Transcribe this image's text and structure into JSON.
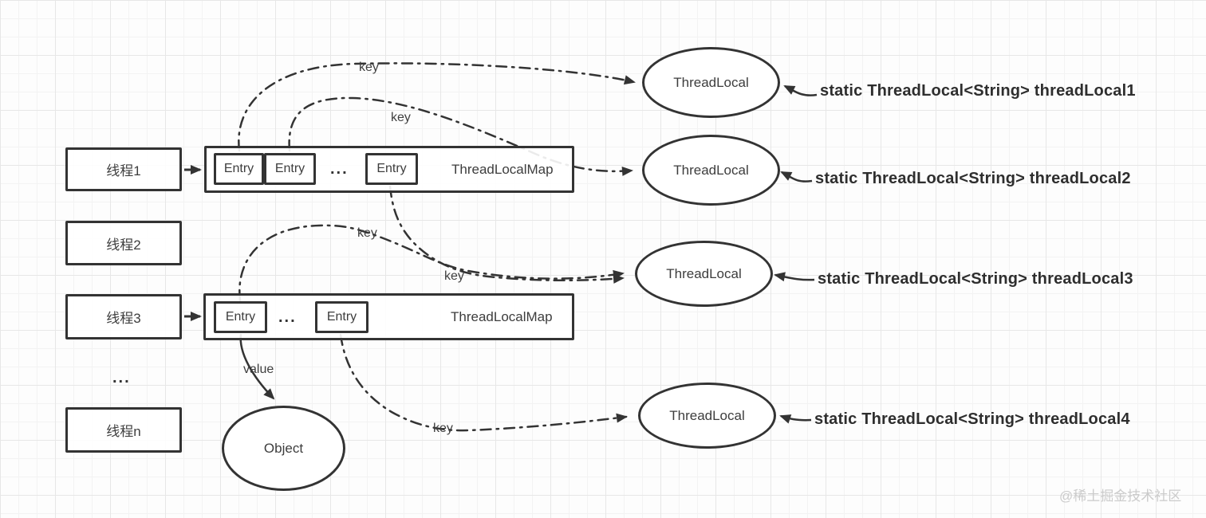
{
  "threads": {
    "items": [
      {
        "label": "线程1"
      },
      {
        "label": "线程2"
      },
      {
        "label": "线程3"
      },
      {
        "label": "线程n"
      }
    ],
    "ellipsis": "..."
  },
  "maps": {
    "title": "ThreadLocalMap",
    "entry_label": "Entry",
    "ellipsis": "..."
  },
  "threadlocal": {
    "ellipse_label": "ThreadLocal",
    "statics": [
      "static ThreadLocal<String> threadLocal1",
      "static ThreadLocal<String> threadLocal2",
      "static ThreadLocal<String> threadLocal3",
      "static ThreadLocal<String> threadLocal4"
    ]
  },
  "object": {
    "label": "Object"
  },
  "edges": {
    "key_label": "key",
    "value_label": "value"
  },
  "watermark": "@稀土掘金技术社区",
  "colors": {
    "line": "#333333",
    "text": "#3d3d3d",
    "watermark": "#cbcbcb"
  }
}
